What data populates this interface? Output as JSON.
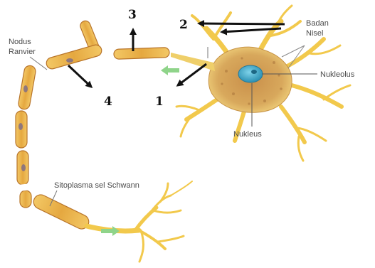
{
  "labels": {
    "nodus_line1": "Nodus",
    "nodus_line2": "Ranvier",
    "badan_line1": "Badan",
    "badan_line2": "Nisel",
    "nukleolus": "Nukleolus",
    "nukleus": "Nukleus",
    "sitoplasma": "Sitoplasma sel Schwann"
  },
  "numbers": {
    "n1": "1",
    "n2": "2",
    "n3": "3",
    "n4": "4"
  },
  "colors": {
    "dendrite": "#f2c94c",
    "dendrite_edge": "#e0a92a",
    "cell_body": "#d9a85a",
    "nucleus": "#3aa9c9",
    "myelin": "#e8b04a",
    "myelin_edge": "#b8742a",
    "axon": "#efcf6a",
    "arrow": "#111111",
    "impulse": "#8fd48a"
  }
}
